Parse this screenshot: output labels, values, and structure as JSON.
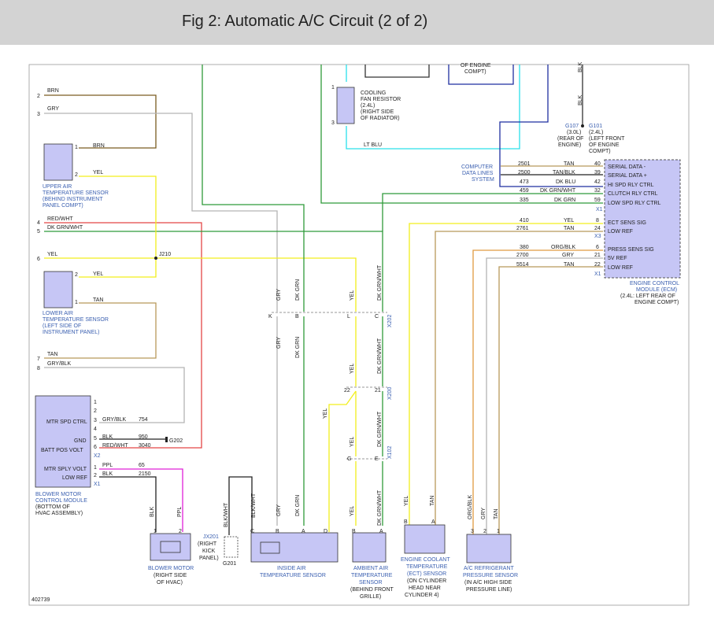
{
  "header": {
    "title": "Fig 2: Automatic A/C Circuit (2 of 2)"
  },
  "colors": {
    "brn": "#7a5c20",
    "gry": "#b4b4b4",
    "yel": "#f2ef1c",
    "red": "#e34646",
    "grn": "#2f9a3a",
    "blk": "#222222",
    "ppl": "#e020d8",
    "tan": "#b8995a",
    "ltblu": "#2ae0ea",
    "dkblu": "#1f2fa0",
    "org": "#e09a40",
    "box": "#c6c6f5",
    "link": "#3a5fb0"
  },
  "left_connector": {
    "pins": [
      "2",
      "3",
      "4",
      "5",
      "6",
      "7",
      "8"
    ],
    "wires": [
      "BRN",
      "GRY",
      "RED/WHT",
      "DK GRN/WHT",
      "YEL",
      "TAN",
      "GRY/BLK"
    ]
  },
  "upper_air_sensor": {
    "label": [
      "UPPER AIR",
      "TEMPERATURE SENSOR",
      "(BEHIND INSTRUMENT",
      "PANEL COMPT)"
    ],
    "pins": [
      "1",
      "2"
    ],
    "wires": [
      "BRN",
      "YEL"
    ]
  },
  "lower_air_sensor": {
    "label": [
      "LOWER AIR",
      "TEMPERATURE SENSOR",
      "(LEFT SIDE OF",
      "INSTRUMENT PANEL)"
    ],
    "pins": [
      "2",
      "1"
    ],
    "wires": [
      "YEL",
      "TAN"
    ]
  },
  "splice_j210": "J210",
  "cooling_fan_resistor": {
    "label": [
      "COOLING",
      "FAN RESISTOR",
      "(2.4L)",
      "(RIGHT SIDE",
      "OF RADIATOR)"
    ],
    "pins": [
      "1",
      "3"
    ],
    "wire": "LT BLU"
  },
  "engine_compt_note": [
    "OF ENGINE",
    "COMPT)"
  ],
  "ground_g107": {
    "wire": "BLK",
    "label": [
      "G107",
      "(3.0L)",
      "(REAR OF",
      "ENGINE)"
    ]
  },
  "ground_g101": {
    "label": [
      "G101",
      "(2.4L)",
      "(LEFT FRONT",
      "OF ENGINE",
      "COMPT)"
    ]
  },
  "computer_data_lines": [
    "COMPUTER",
    "DATA LINES",
    "SYSTEM"
  ],
  "ecm": {
    "label": [
      "ENGINE CONTROL",
      "MODULE (ECM)",
      "(2.4L: LEFT REAR OF",
      "ENGINE COMPT)"
    ],
    "x1_rows": [
      {
        "circuit": "2501",
        "wire": "TAN",
        "pin": "40",
        "func": "SERIAL DATA -"
      },
      {
        "circuit": "2500",
        "wire": "TAN/BLK",
        "pin": "39",
        "func": "SERIAL DATA +"
      },
      {
        "circuit": "473",
        "wire": "DK BLU",
        "pin": "42",
        "func": "HI SPD RLY CTRL"
      },
      {
        "circuit": "459",
        "wire": "DK GRN/WHT",
        "pin": "32",
        "func": "CLUTCH RLY CTRL"
      },
      {
        "circuit": "335",
        "wire": "DK GRN",
        "pin": "59",
        "func": "LOW SPD RLY CTRL"
      }
    ],
    "x3_rows": [
      {
        "circuit": "410",
        "wire": "YEL",
        "pin": "8",
        "func": "ECT SENS SIG"
      },
      {
        "circuit": "2761",
        "wire": "TAN",
        "pin": "24",
        "func": "LOW REF"
      }
    ],
    "x1b_rows": [
      {
        "circuit": "380",
        "wire": "ORG/BLK",
        "pin": "6",
        "func": "PRESS SENS SIG"
      },
      {
        "circuit": "2700",
        "wire": "GRY",
        "pin": "21",
        "func": "5V REF"
      },
      {
        "circuit": "5514",
        "wire": "TAN",
        "pin": "22",
        "func": "LOW REF"
      }
    ],
    "conn_x1": "X1",
    "conn_x3": "X3"
  },
  "blower_module": {
    "label": [
      "BLOWER MOTOR",
      "CONTROL MODULE",
      "(BOTTOM OF",
      "HVAC ASSEMBLY)"
    ],
    "funcs": [
      "MTR SPD CTRL",
      "GND",
      "BATT POS VOLT",
      "MTR SPLY VOLT",
      "LOW REF"
    ],
    "x2_pins": [
      "1",
      "2",
      "3",
      "4",
      "5",
      "6"
    ],
    "x1_pins": [
      "1",
      "2"
    ],
    "x2_rows": [
      {
        "wire": "GRY/BLK",
        "circuit": "754"
      },
      {
        "wire": "BLK",
        "circuit": "950"
      },
      {
        "wire": "RED/WHT",
        "circuit": "3040"
      }
    ],
    "x1_rows": [
      {
        "wire": "PPL",
        "circuit": "65"
      },
      {
        "wire": "BLK",
        "circuit": "2150"
      }
    ],
    "conn_x2": "X2",
    "conn_x1": "X1",
    "ground": "G202"
  },
  "inline_connectors": {
    "x202": "X202",
    "x200": "X200",
    "x102": "X102",
    "x202_pins": [
      "K",
      "B",
      "L",
      "C"
    ],
    "x200_pins": [
      "22",
      "21"
    ],
    "x102_pins": [
      "G",
      "E"
    ]
  },
  "vertical_wires": [
    "GRY",
    "DK GRN",
    "YEL",
    "DK GRN/WHT"
  ],
  "blower_motor": {
    "label": [
      "BLOWER MOTOR",
      "(RIGHT SIDE",
      "OF HVAC)"
    ],
    "pins": [
      "1",
      "2"
    ],
    "wires": [
      "BLK",
      "PPL"
    ]
  },
  "jx201": {
    "label": [
      "JX201",
      "(RIGHT",
      "KICK",
      "PANEL)"
    ],
    "ground": "G201"
  },
  "inside_air_sensor": {
    "label": [
      "INSIDE AIR",
      "TEMPERATURE SENSOR"
    ],
    "pins": [
      "C",
      "B",
      "A",
      "D"
    ],
    "wires": [
      "BLK/WHT",
      "GRY",
      "DK GRN",
      "YEL"
    ],
    "feed_wire": "BLK/WHT"
  },
  "ambient_sensor": {
    "label": [
      "AMBIENT AIR",
      "TEMPERATURE",
      "SENSOR",
      "(BEHIND FRONT",
      "GRILLE)"
    ],
    "pins": [
      "B",
      "A"
    ]
  },
  "ect_sensor": {
    "label": [
      "ENGINE COOLANT",
      "TEMPERATURE",
      "(ECT) SENSOR",
      "(ON CYLINDER",
      "HEAD NEAR",
      "CYLINDER 4)"
    ],
    "pins": [
      "B",
      "A"
    ],
    "wires": [
      "YEL",
      "TAN"
    ]
  },
  "ac_pressure_sensor": {
    "label": [
      "A/C REFRIGERANT",
      "PRESSURE SENSOR",
      "(IN A/C HIGH SIDE",
      "PRESSURE LINE)"
    ],
    "pins": [
      "3",
      "2",
      "1"
    ],
    "wires": [
      "ORG/BLK",
      "GRY",
      "TAN"
    ]
  },
  "figure_number": "402739"
}
